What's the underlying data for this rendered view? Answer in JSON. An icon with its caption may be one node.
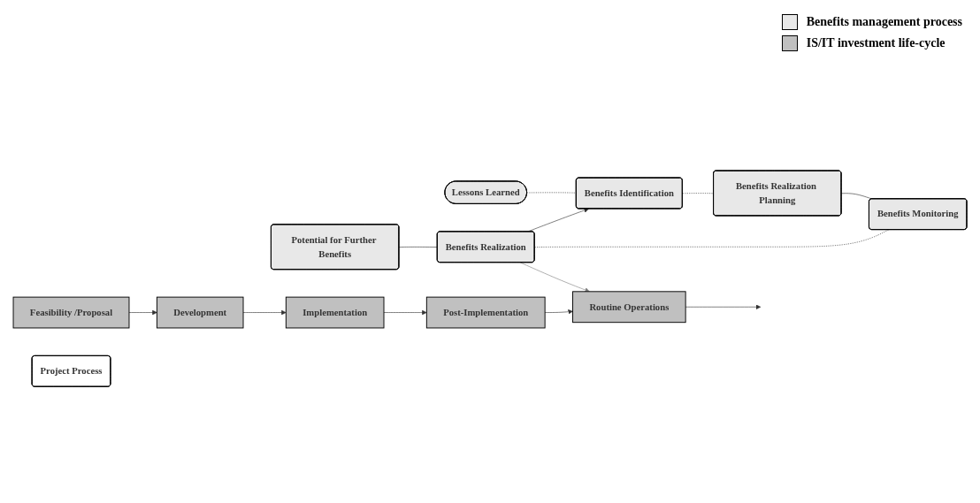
{
  "diagram": {
    "nodes": [
      {
        "text": [
          "Lessons Learned"
        ]
      },
      {
        "text": [
          "Potential for Further Benefits"
        ]
      },
      {
        "text": [
          "Benefits Identification"
        ]
      },
      {
        "text": [
          "Benefits Realization Planning"
        ]
      },
      {
        "text": [
          "Benefits Monitoring"
        ]
      },
      {
        "text": [
          "Benefits Realization"
        ]
      },
      {
        "text": [
          "Feasibility /Proposal"
        ]
      },
      {
        "text": [
          "Development"
        ]
      },
      {
        "text": [
          "Implementation"
        ]
      },
      {
        "text": [
          "Post-Implementation"
        ]
      },
      {
        "text": [
          "Routine Operations"
        ]
      },
      {
        "text": [
          "Project Process"
        ]
      }
    ],
    "edges": [
      {
        "from": 5,
        "to": 2,
        "arrow": "to"
      },
      {
        "from": 1,
        "to": 5,
        "arrow": "none"
      },
      {
        "from": 0,
        "to": 2,
        "arrow": "none",
        "style": "dashed"
      },
      {
        "from": 2,
        "to": 3,
        "arrow": "none",
        "style": "dashed"
      },
      {
        "from": 3,
        "to": 4,
        "arrow": "none"
      },
      {
        "from": 5,
        "to": 4,
        "arrow": "none",
        "style": "dashed"
      },
      {
        "from": 5,
        "to": 10,
        "arrow": "to",
        "color": "#808080"
      },
      {
        "from": 6,
        "to": 7,
        "arrow": "to"
      },
      {
        "from": 7,
        "to": 8,
        "arrow": "to"
      },
      {
        "from": 8,
        "to": 9,
        "arrow": "to"
      },
      {
        "from": 9,
        "to": 10,
        "arrow": "to"
      },
      {
        "from": 10,
        "to": null,
        "arrow": "to"
      }
    ],
    "legend": [
      {
        "text": "Benefits management process",
        "color": "#e8e8e8"
      },
      {
        "text": "IS/IT investment life-cycle",
        "color": "#c0c0c0"
      }
    ]
  }
}
